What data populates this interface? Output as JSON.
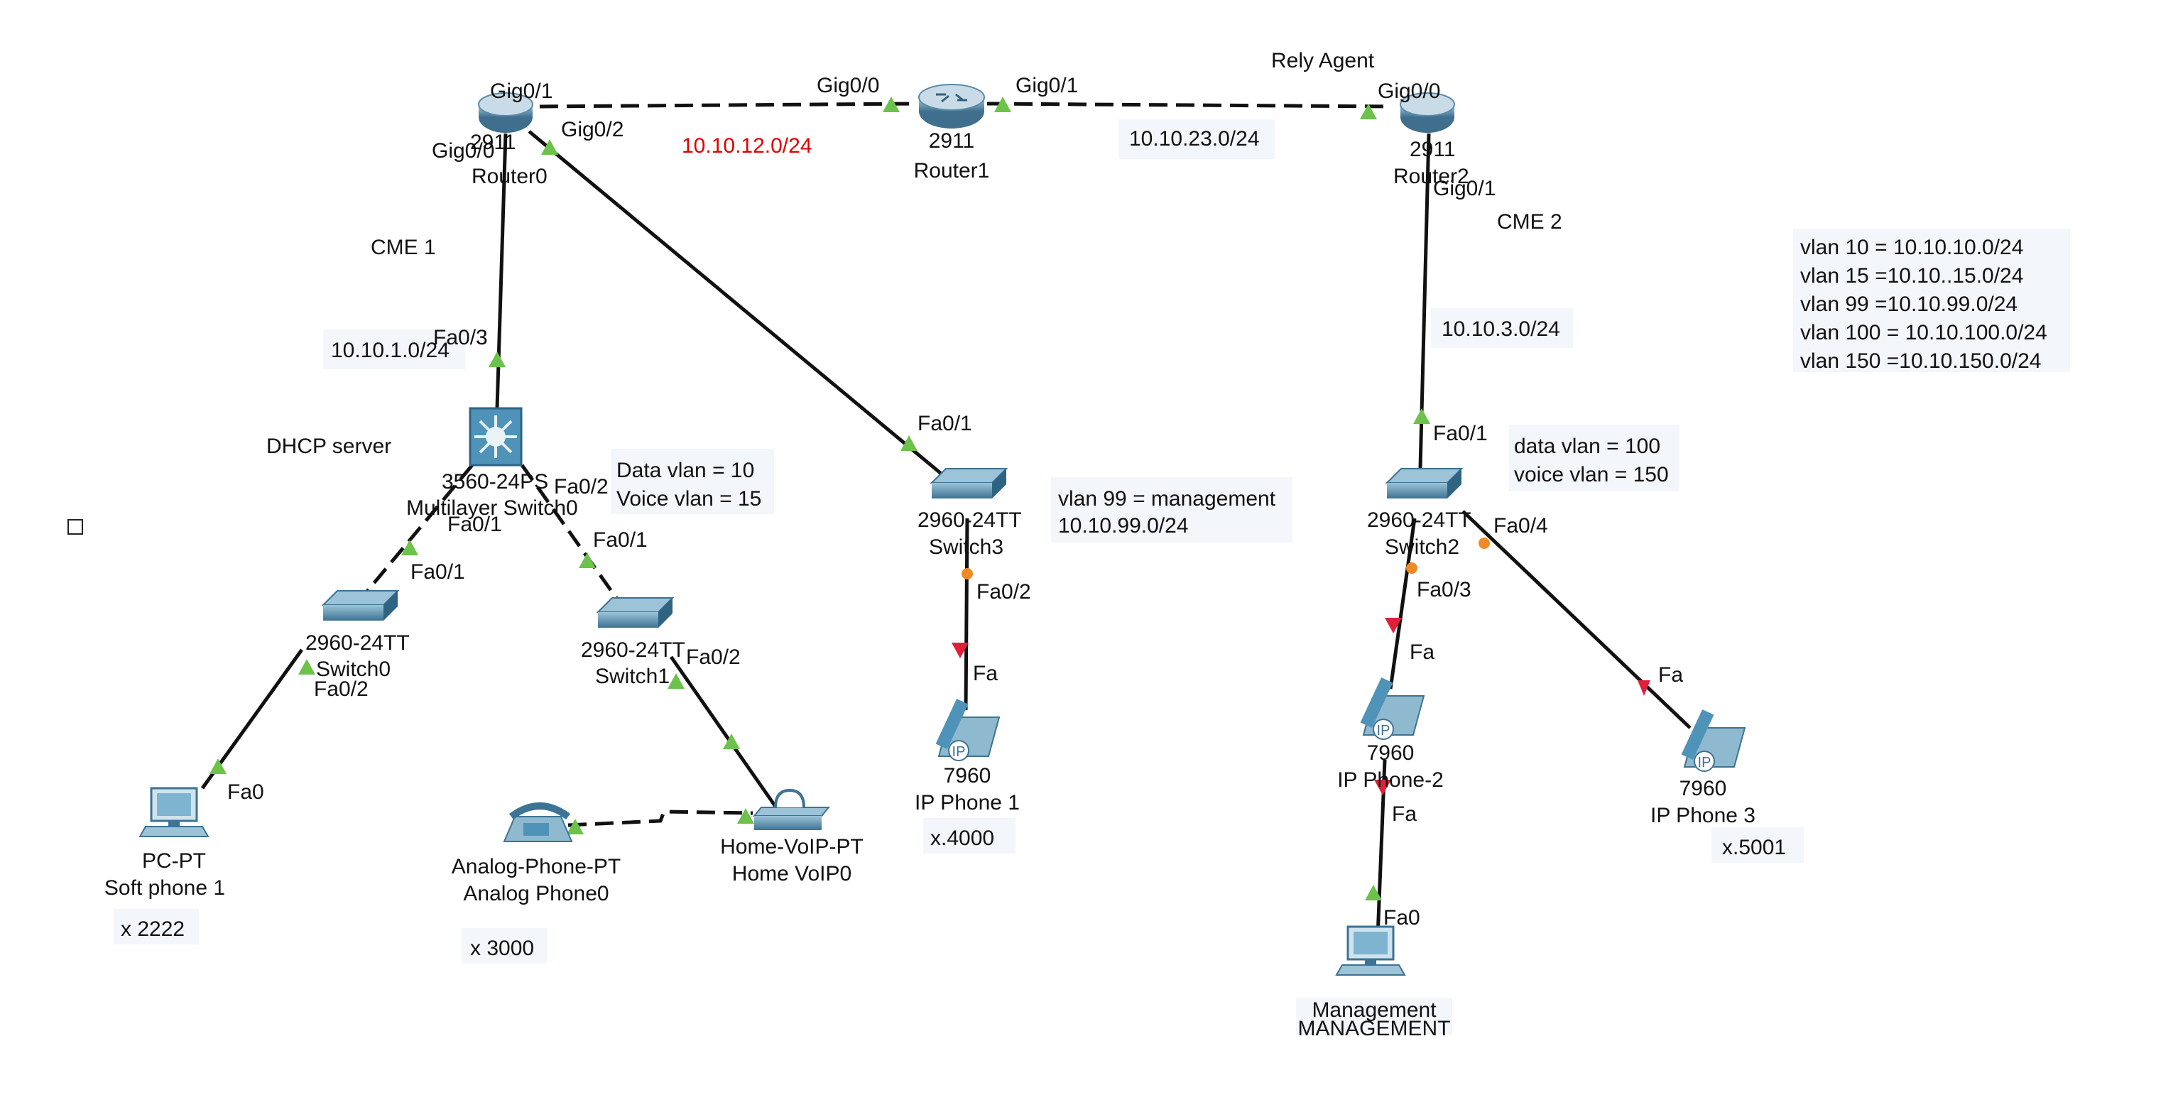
{
  "links": {
    "r0_gig01": "Gig0/1",
    "r0_gig00": "Gig0/0",
    "r0_gig02": "Gig0/2",
    "r1_gig00": "Gig0/0",
    "r1_gig01": "Gig0/1",
    "r2_gig00": "Gig0/0",
    "r2_gig01": "Gig0/1",
    "ml_fa03": "Fa0/3",
    "ml_fa01": "Fa0/1",
    "ml_fa02": "Fa0/2",
    "s0_fa01": "Fa0/1",
    "s0_fa02": "Fa0/2",
    "s1_fa01": "Fa0/1",
    "s1_fa02": "Fa0/2",
    "s3_fa01": "Fa0/1",
    "s3_fa02": "Fa0/2",
    "ph1_fa": "Fa",
    "s2_fa01": "Fa0/1",
    "s2_fa03": "Fa0/3",
    "s2_fa04": "Fa0/4",
    "ph2_fa_top": "Fa",
    "ph2_fa_bottom": "Fa",
    "ph3_fa": "Fa",
    "pc_fa0": "Fa0",
    "mgmt_fa0": "Fa0"
  },
  "devices": {
    "router0": {
      "model": "2911",
      "name": "Router0"
    },
    "router1": {
      "model": "2911",
      "name": "Router1"
    },
    "router2": {
      "model": "2911",
      "name": "Router2"
    },
    "multilayer": {
      "model": "3560-24PS",
      "name": "Multilayer Switch0"
    },
    "switch0": {
      "model": "2960-24TT",
      "name": "Switch0"
    },
    "switch1": {
      "model": "2960-24TT",
      "name": "Switch1"
    },
    "switch2": {
      "model": "2960-24TT",
      "name": "Switch2"
    },
    "switch3": {
      "model": "2960-24TT",
      "name": "Switch3"
    },
    "pc": {
      "model": "PC-PT",
      "name": "Soft phone 1"
    },
    "analog": {
      "model": "Analog-Phone-PT",
      "name": "Analog Phone0"
    },
    "homevoip": {
      "model": "Home-VoIP-PT",
      "name": "Home VoIP0"
    },
    "ipphone1": {
      "model": "7960",
      "name": "IP Phone 1"
    },
    "ipphone2": {
      "model": "7960",
      "name": "IP Phone-2"
    },
    "ipphone3": {
      "model": "7960",
      "name": "IP Phone 3"
    },
    "mgmt": {
      "model": "Management",
      "name": "MANAGEMENT"
    }
  },
  "notes": {
    "net_12": "10.10.12.0/24",
    "net_23": "10.10.23.0/24",
    "rely_agent": "Rely Agent",
    "cme1": "CME 1",
    "cme2": "CME 2",
    "net_1": "10.10.1.0/24",
    "net_3": "10.10.3.0/24",
    "dhcp": "DHCP server",
    "data_vlan_10": "Data vlan = 10",
    "voice_vlan_15": "Voice vlan = 15",
    "vlan99_mgmt": "vlan 99 = management",
    "vlan99_net": "10.10.99.0/24",
    "data_vlan_100": "data vlan = 100",
    "voice_vlan_150": "voice vlan = 150",
    "vlan_list": [
      "vlan 10 = 10.10.10.0/24",
      "vlan 15 =10.10..15.0/24",
      "vlan 99 =10.10.99.0/24",
      "vlan 100 = 10.10.100.0/24",
      "vlan 150 =10.10.150.0/24"
    ],
    "ext_2222": "x 2222",
    "ext_3000": "x 3000",
    "ext_4000": "x.4000",
    "ext_5001": "x.5001"
  },
  "colors": {
    "link": "#111111",
    "up_triangle": "#6cc24a",
    "down_triangle": "#e0203a",
    "orange_dot": "#f08a24",
    "highlight_text": "#e00000",
    "device": "#4f93b8"
  }
}
